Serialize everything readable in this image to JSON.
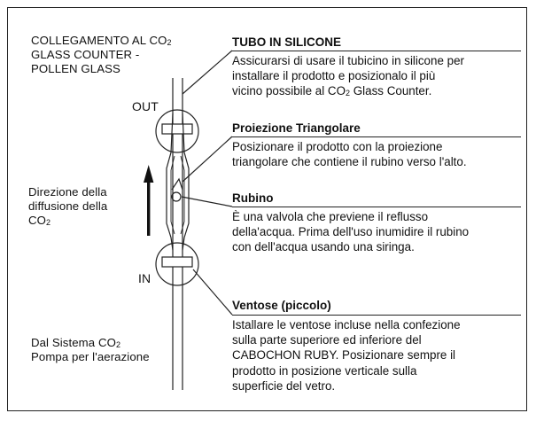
{
  "left_labels": {
    "collegamento_1": "COLLEGAMENTO AL CO",
    "collegamento_sub": "2",
    "collegamento_2": "GLASS COUNTER -",
    "collegamento_3": "POLLEN GLASS",
    "out": "OUT",
    "in": "IN",
    "direzione_1": "Direzione della",
    "direzione_2": "diffusione della",
    "direzione_3": "CO",
    "direzione_sub": "2",
    "dal_1": "Dal Sistema CO",
    "dal_sub": "2",
    "dal_2": "Pompa per l'aerazione"
  },
  "sections": {
    "tubo": {
      "title": "TUBO IN SILICONE",
      "line1": "Assicurarsi di usare il tubicino in silicone per",
      "line2": "installare il prodotto e posizionalo il più",
      "line3a": "vicino possibile al CO",
      "line3sub": "2",
      "line3b": " Glass Counter."
    },
    "proiezione": {
      "title": "Proiezione Triangolare",
      "line1": "Posizionare il prodotto con la proiezione",
      "line2": "triangolare che contiene il rubino verso l'alto."
    },
    "rubino": {
      "title": "Rubino",
      "line1": "È una valvola che previene il reflusso",
      "line2": "della'acqua. Prima dell'uso inumidire il rubino",
      "line3": "con dell'acqua usando una siringa."
    },
    "ventose": {
      "title": "Ventose (piccolo)",
      "line1": "Istallare le ventose incluse nella confezione",
      "line2": "sulla parte superiore ed inferiore del",
      "line3": "CABOCHON RUBY. Posizionare sempre il",
      "line4": "prodotto in posizione verticale sulla",
      "line5": "superficie del vetro."
    }
  }
}
